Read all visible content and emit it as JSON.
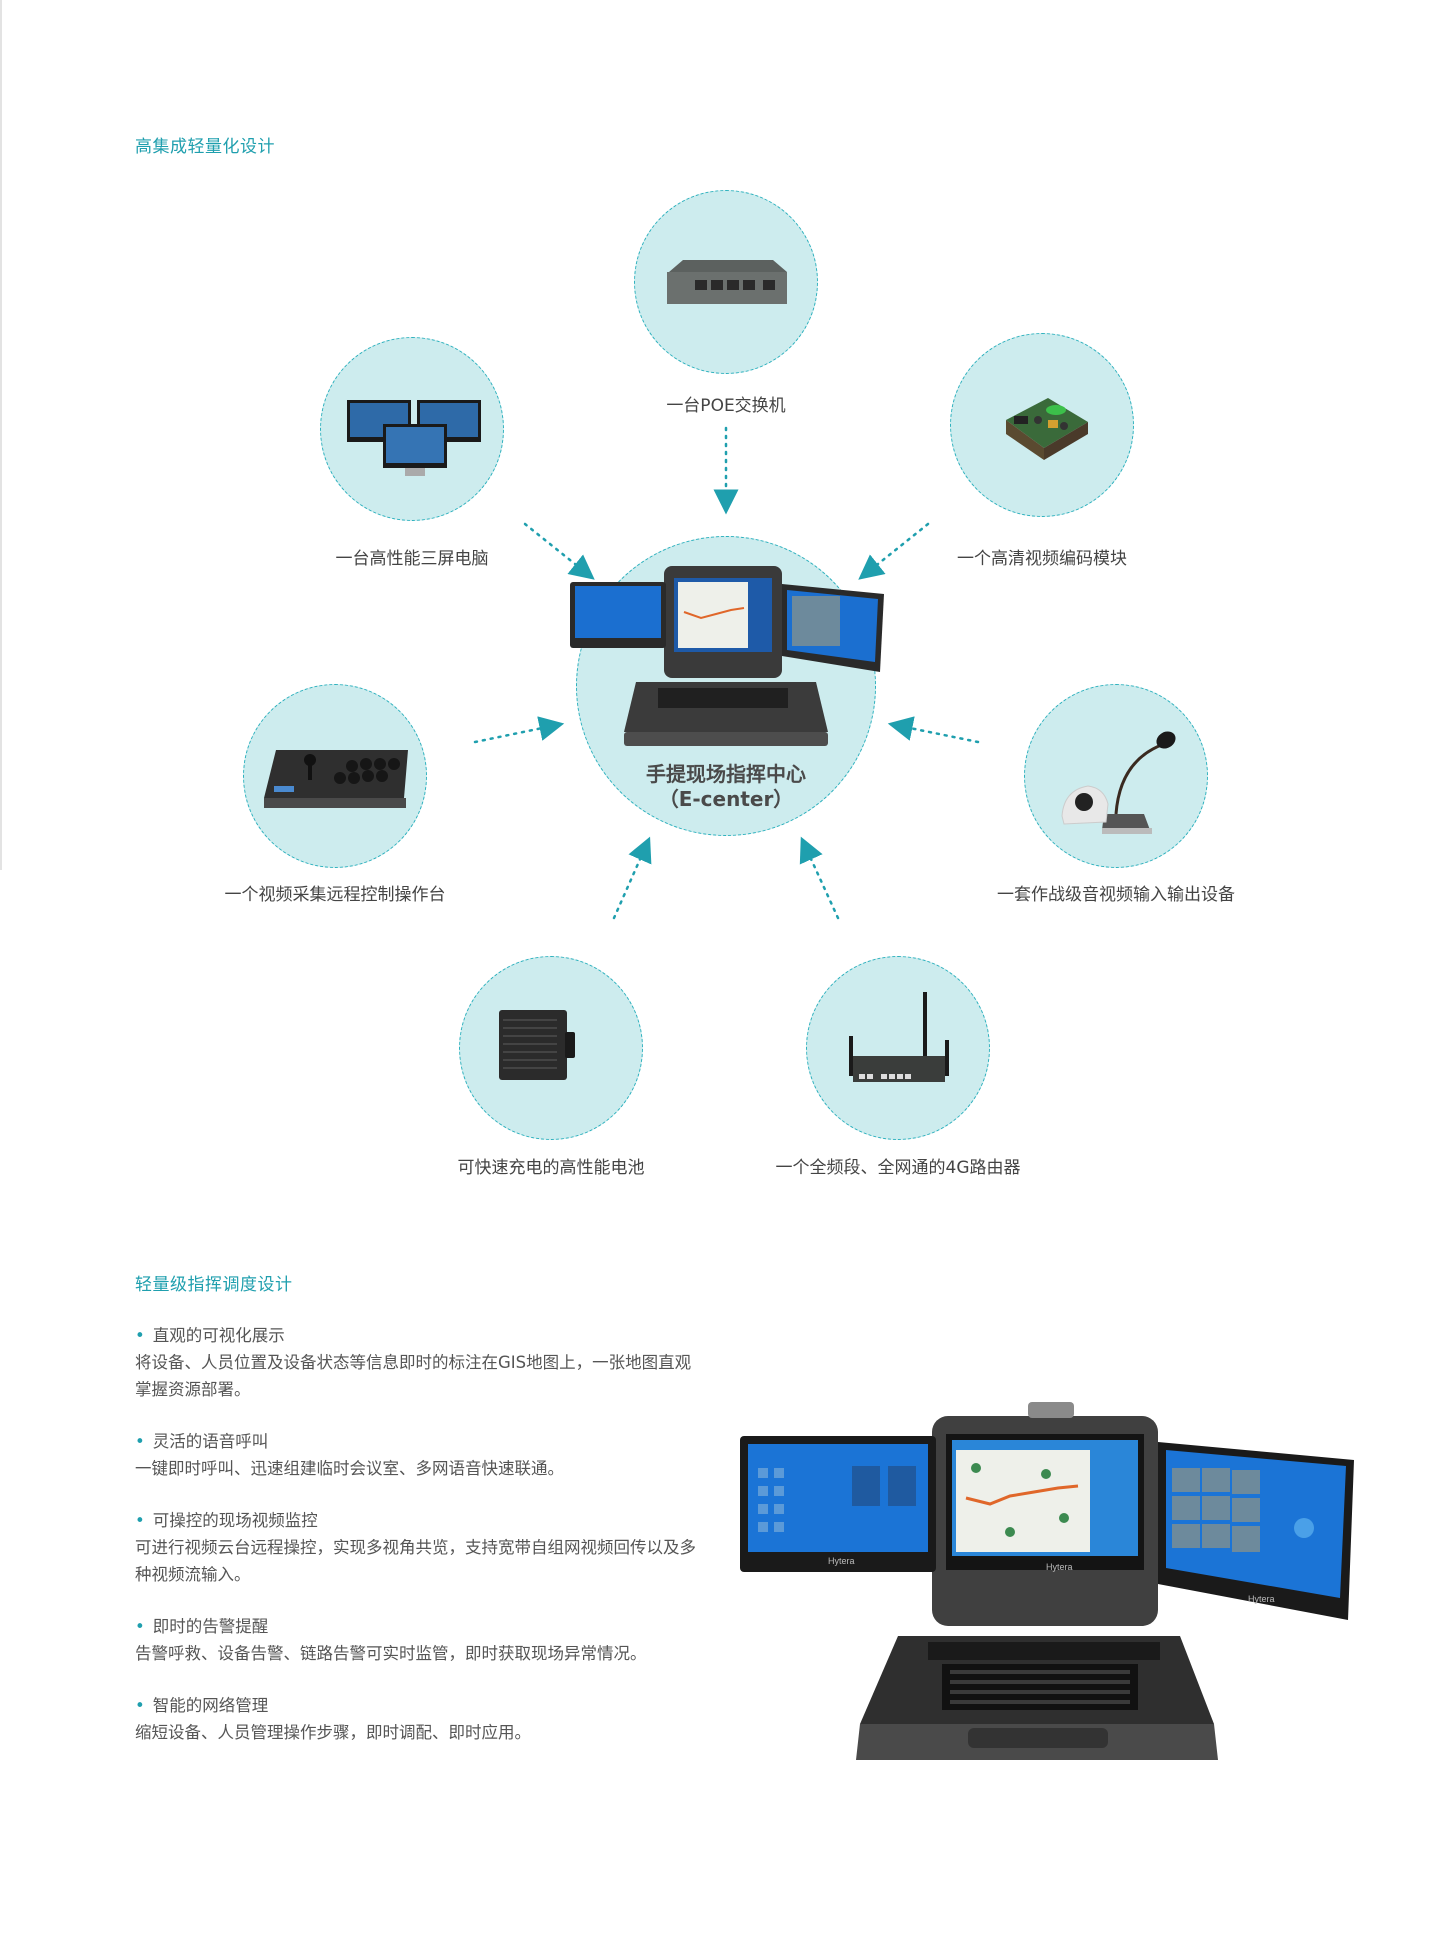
{
  "section1": {
    "title": "高集成轻量化设计",
    "center": {
      "title": "手提现场指挥中心",
      "subtitle": "（E-center）"
    },
    "components": [
      {
        "id": "poe",
        "label": "一台POE交换机",
        "icon": "poe-switch-icon"
      },
      {
        "id": "pc",
        "label": "一台高性能三屏电脑",
        "icon": "triple-monitor-icon"
      },
      {
        "id": "encoder",
        "label": "一个高清视频编码模块",
        "icon": "video-encoder-board-icon"
      },
      {
        "id": "console",
        "label": "一个视频采集远程控制操作台",
        "icon": "control-console-icon"
      },
      {
        "id": "av",
        "label": "一套作战级音视频输入输出设备",
        "icon": "camera-microphone-icon"
      },
      {
        "id": "battery",
        "label": "可快速充电的高性能电池",
        "icon": "battery-icon"
      },
      {
        "id": "router",
        "label": "一个全频段、全网通的4G路由器",
        "icon": "router-icon"
      }
    ]
  },
  "section2": {
    "title": "轻量级指挥调度设计",
    "features": [
      {
        "head": "直观的可视化展示",
        "body": "将设备、人员位置及设备状态等信息即时的标注在GIS地图上，一张地图直观掌握资源部署。"
      },
      {
        "head": "灵活的语音呼叫",
        "body": "一键即时呼叫、迅速组建临时会议室、多网语音快速联通。"
      },
      {
        "head": "可操控的现场视频监控",
        "body": "可进行视频云台远程操控，实现多视角共览，支持宽带自组网视频回传以及多种视频流输入。"
      },
      {
        "head": "即时的告警提醒",
        "body": "告警呼救、设备告警、链路告警可实时监管，即时获取现场异常情况。"
      },
      {
        "head": "智能的网络管理",
        "body": "缩短设备、人员管理操作步骤，即时调配、即时应用。"
      }
    ],
    "device_brand": "Hytera"
  },
  "colors": {
    "accent": "#1f9fae",
    "circle_fill": "#cdecee",
    "circle_border": "#2bb0bd",
    "text": "#4a4a4a"
  }
}
